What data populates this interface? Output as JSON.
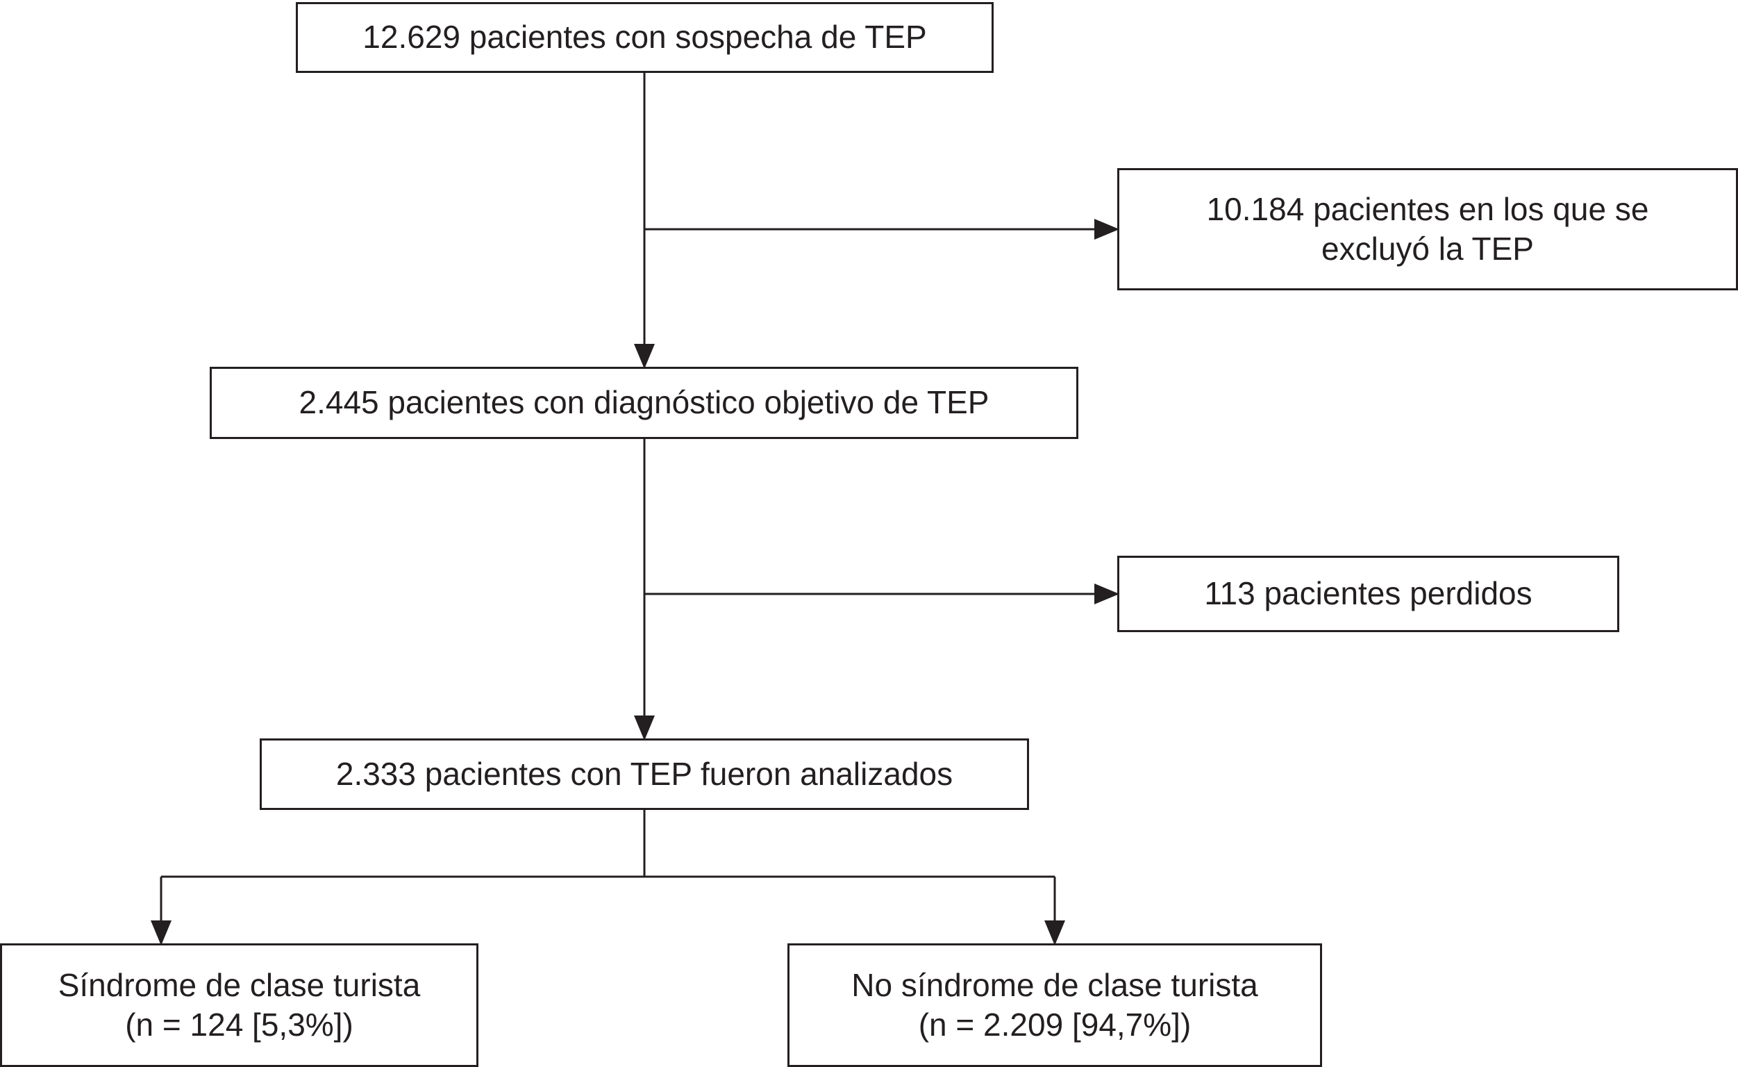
{
  "flowchart": {
    "nodes": {
      "suspected": {
        "lines": [
          "12.629 pacientes con sospecha de TEP"
        ]
      },
      "excluded": {
        "lines": [
          "10.184 pacientes en los que se",
          "excluyó la TEP"
        ]
      },
      "diagnosed": {
        "lines": [
          "2.445 pacientes con diagnóstico objetivo de TEP"
        ]
      },
      "lost": {
        "lines": [
          "113 pacientes perdidos"
        ]
      },
      "analyzed": {
        "lines": [
          "2.333 pacientes con TEP fueron analizados"
        ]
      },
      "tourist_syndrome": {
        "lines": [
          "Síndrome de clase turista",
          "(n = 124 [5,3%])"
        ]
      },
      "no_tourist_syndrome": {
        "lines": [
          "No síndrome de clase turista",
          "(n = 2.209 [94,7%])"
        ]
      }
    },
    "edges": [
      {
        "from": "suspected",
        "to": "diagnosed"
      },
      {
        "from": "suspected",
        "to": "excluded"
      },
      {
        "from": "diagnosed",
        "to": "analyzed"
      },
      {
        "from": "diagnosed",
        "to": "lost"
      },
      {
        "from": "analyzed",
        "to": "tourist_syndrome"
      },
      {
        "from": "analyzed",
        "to": "no_tourist_syndrome"
      }
    ],
    "line_color": "#231f20"
  }
}
